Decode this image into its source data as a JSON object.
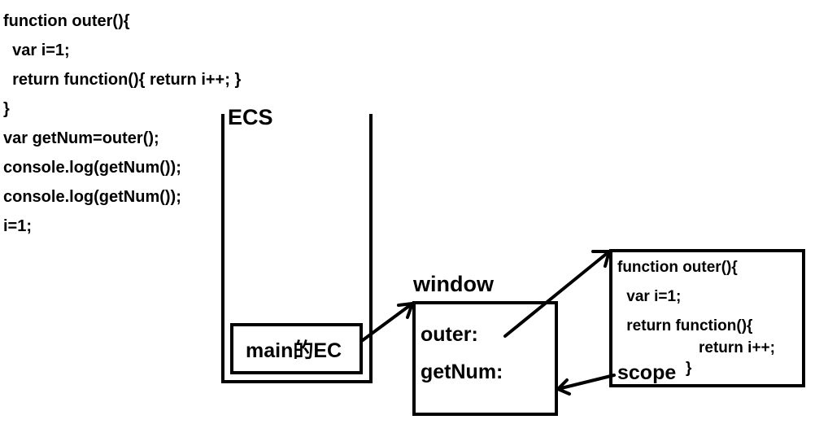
{
  "code": {
    "lines": [
      "function outer(){",
      "  var i=1;",
      "  return function(){ return i++; }",
      "}",
      "var getNum=outer();",
      "console.log(getNum());",
      "console.log(getNum());",
      "i=1;"
    ]
  },
  "ecs": {
    "label": "ECS",
    "main_ec_label": "main的EC"
  },
  "window": {
    "label": "window",
    "outer_label": "outer:",
    "getnum_label": "getNum:"
  },
  "function_object": {
    "lines": [
      "function outer(){",
      " var i=1;",
      " return function(){",
      "return i++;",
      "}"
    ],
    "scope_label": "scope"
  }
}
